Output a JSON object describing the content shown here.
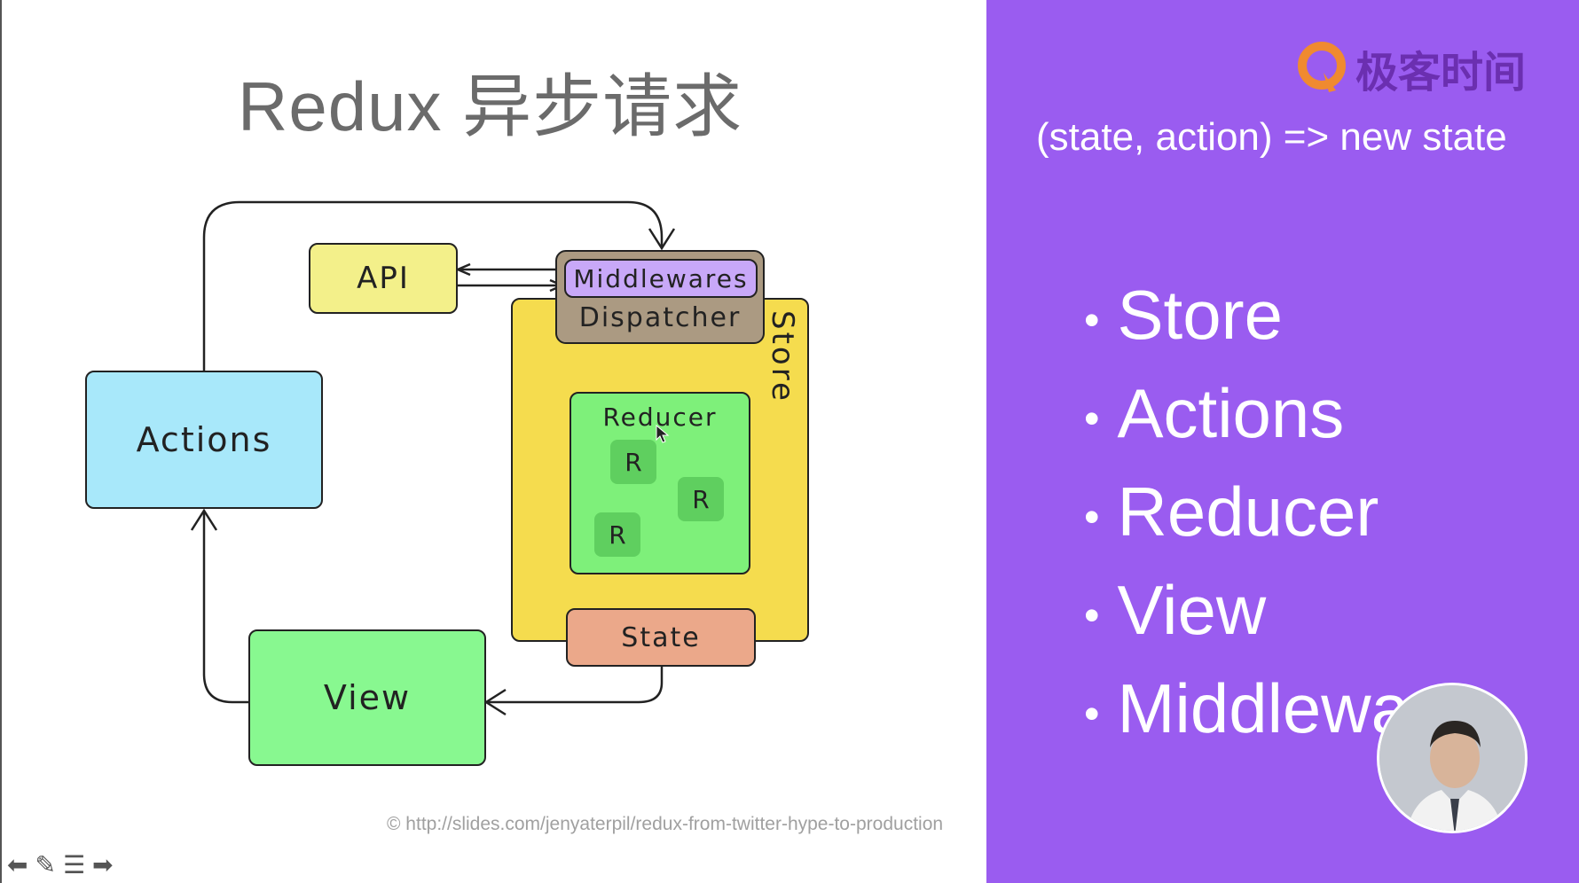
{
  "slide": {
    "title": "Redux 异步请求",
    "credit": "© http://slides.com/jenyaterpil/redux-from-twitter-hype-to-production"
  },
  "diagram": {
    "api": "API",
    "middlewares": "Middlewares",
    "dispatcher": "Dispatcher",
    "store": "Store",
    "reducer": "Reducer",
    "r_label": "R",
    "state": "State",
    "actions": "Actions",
    "view": "View"
  },
  "panel": {
    "logo_text": "极客时间",
    "formula": "(state, action) => new state",
    "bullets": [
      "Store",
      "Actions",
      "Reducer",
      "View",
      "Middlewa"
    ]
  },
  "navbar": {
    "icons": [
      "arrow-left-icon",
      "pencil-icon",
      "menu-icon",
      "arrow-right-icon"
    ]
  },
  "colors": {
    "panel_bg": "#9a5cf0",
    "api": "#f3f08a",
    "middlewares": "#c8a8f8",
    "dispatcher": "#ab9a82",
    "store": "#f5dc4e",
    "reducer": "#7ef07a",
    "state": "#eba88a",
    "actions": "#a8e8fa",
    "view": "#88f890"
  }
}
